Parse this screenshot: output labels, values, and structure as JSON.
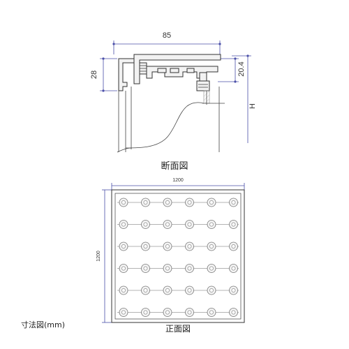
{
  "section_view": {
    "title": "断面図",
    "dim_width": "85",
    "dim_left_height": "28",
    "dim_right_height": "20.4",
    "dim_total": "H"
  },
  "front_view": {
    "title": "正面図",
    "dim_width": "1200",
    "dim_height": "1200",
    "grid": {
      "rows": 6,
      "cols": 6
    }
  },
  "footer": {
    "caption": "寸法図(mm)"
  },
  "colors": {
    "dimension": "#4a4fa8",
    "line": "#333333",
    "fill": "#f2f2f2"
  }
}
